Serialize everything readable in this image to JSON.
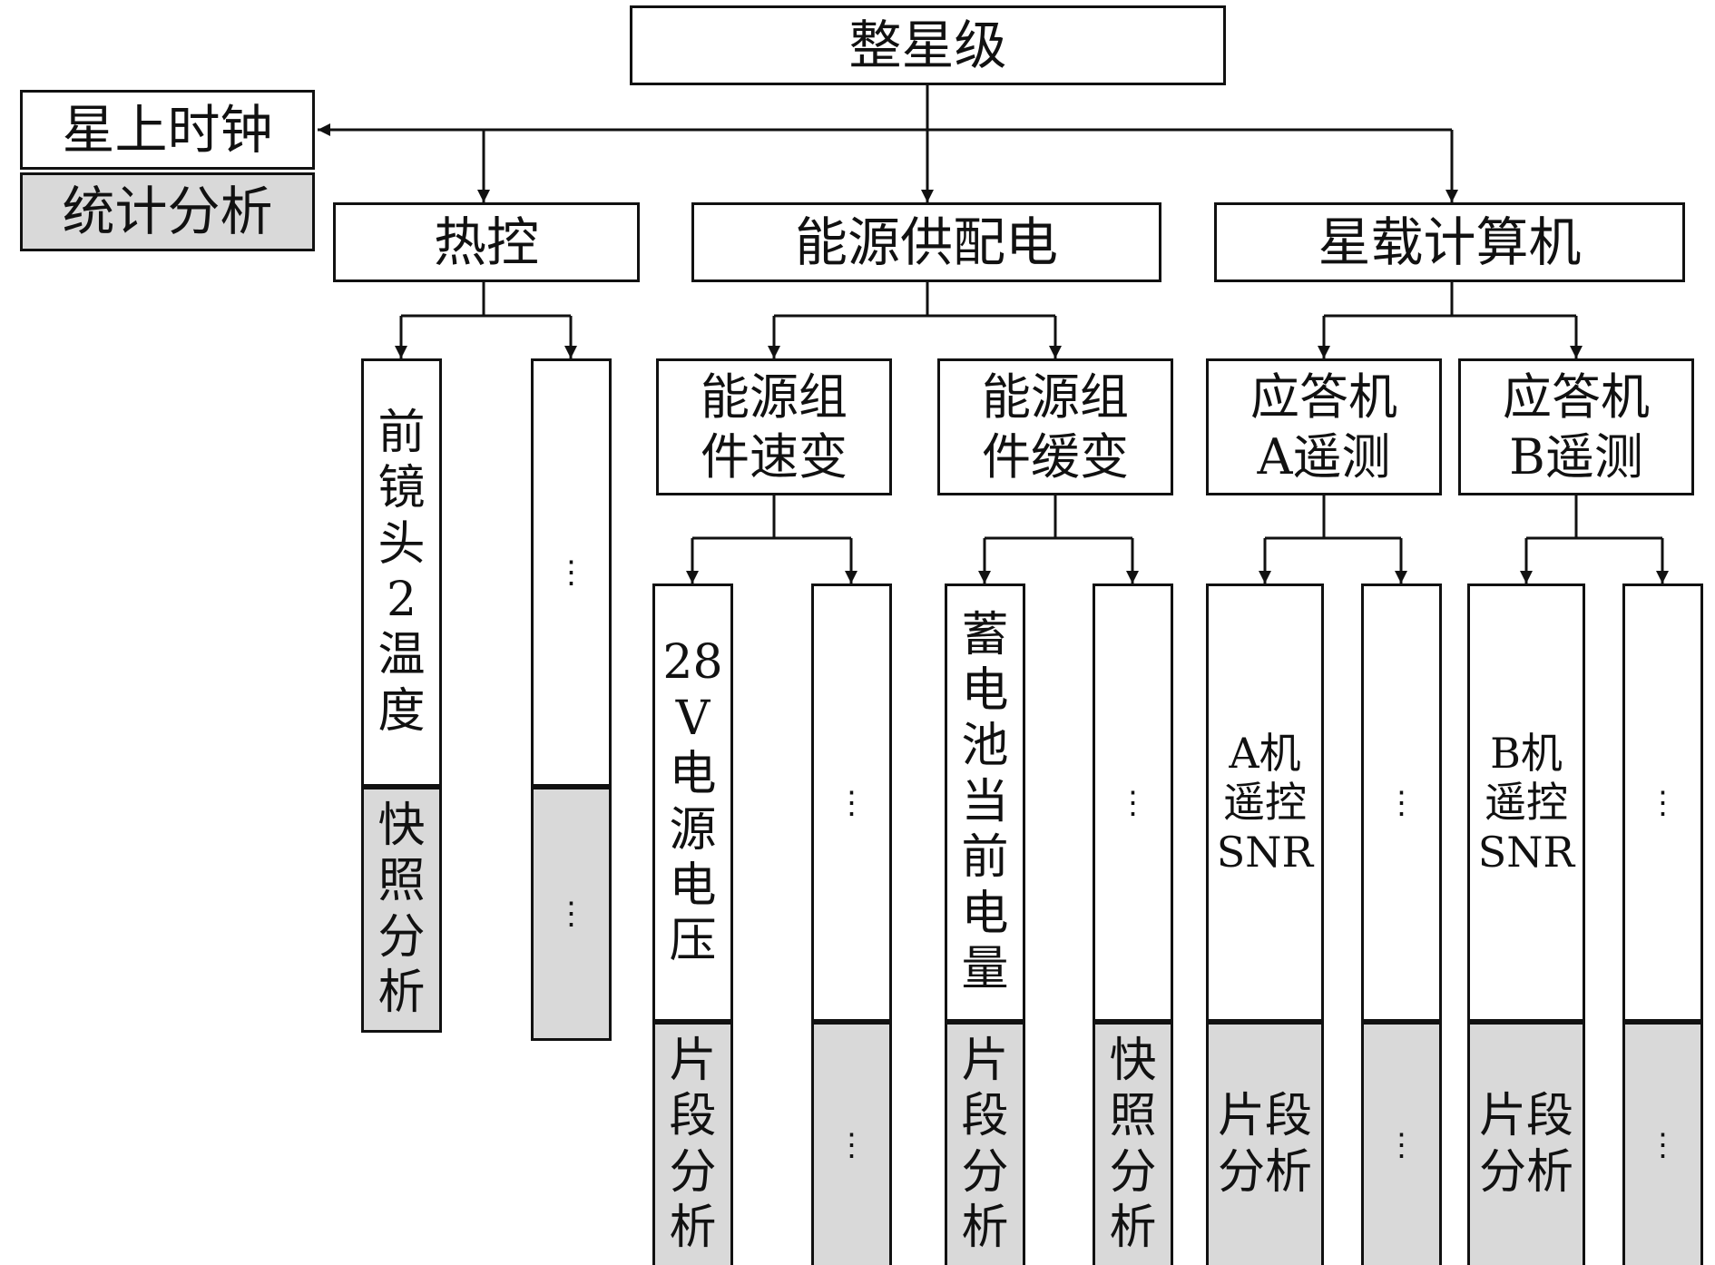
{
  "colors": {
    "stroke": "#111111",
    "analysis_fill": "#d9d9d9",
    "box_fill": "#ffffff"
  },
  "nodes": {
    "root": "整星级",
    "clock": "星上时钟",
    "clock_analysis": "统计分析",
    "thermal": "热控",
    "power": "能源供配电",
    "obc": "星载计算机",
    "thermal_param": "前镜头2温度",
    "ellipsis": "⋮",
    "power_fast": "能源组\n件速变",
    "power_slow": "能源组\n件缓变",
    "obc_a": "应答机\nA遥测",
    "obc_b": "应答机\nB遥测",
    "v28": "28V电源电压",
    "battery": "蓄电池当前电量",
    "a_snr": "A机遥控SNR",
    "b_snr": "B机遥控SNR",
    "snapshot": "快照分析",
    "segment": "片段分析"
  }
}
